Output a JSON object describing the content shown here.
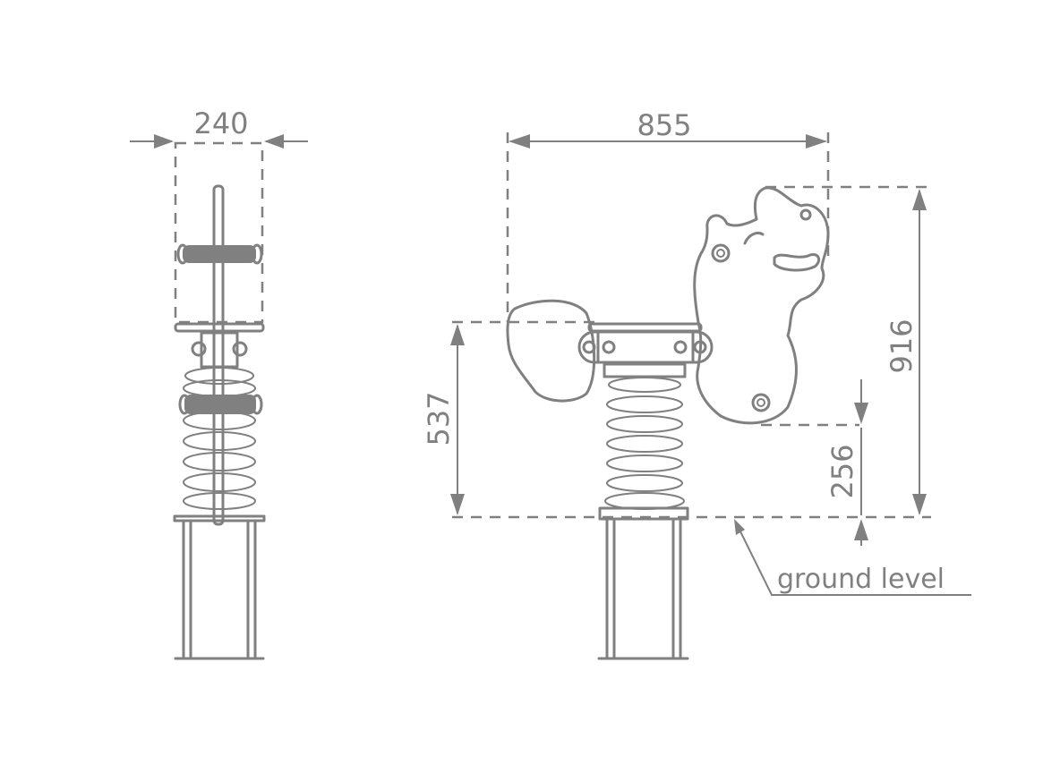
{
  "drawing": {
    "side_view": {
      "width_label": "240"
    },
    "front_view": {
      "length_label": "855",
      "total_height_label": "916",
      "seat_height_label": "537",
      "clearance_label": "256",
      "ground_label": "ground level"
    },
    "line_color": "#808080"
  }
}
